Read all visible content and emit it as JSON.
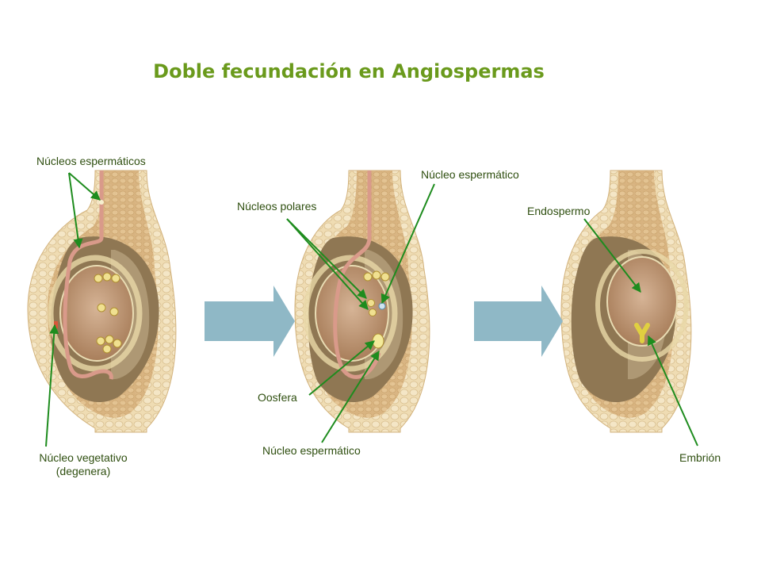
{
  "title": "Doble fecundación en Angiospermas",
  "labels": {
    "sperm_nuclei": "Núcleos espermáticos",
    "vegetative_nucleus_line1": "Núcleo vegetativo",
    "vegetative_nucleus_line2": "(degenera)",
    "polar_nuclei": "Núcleos polares",
    "sperm_nucleus_top": "Núcleo espermático",
    "oosphere": "Oosfera",
    "sperm_nucleus_bottom": "Núcleo espermático",
    "endosperm": "Endospermo",
    "embryo": "Embrión"
  },
  "colors": {
    "title": "#6a9a1c",
    "arrow_line": "#1e8c1e",
    "tissue": "#ead3a6",
    "ovary_wall": "#d9b786",
    "cavity": "#8f7753",
    "embryo_sac": "#c8a27c",
    "process_arrow": "#8fb8c6"
  }
}
